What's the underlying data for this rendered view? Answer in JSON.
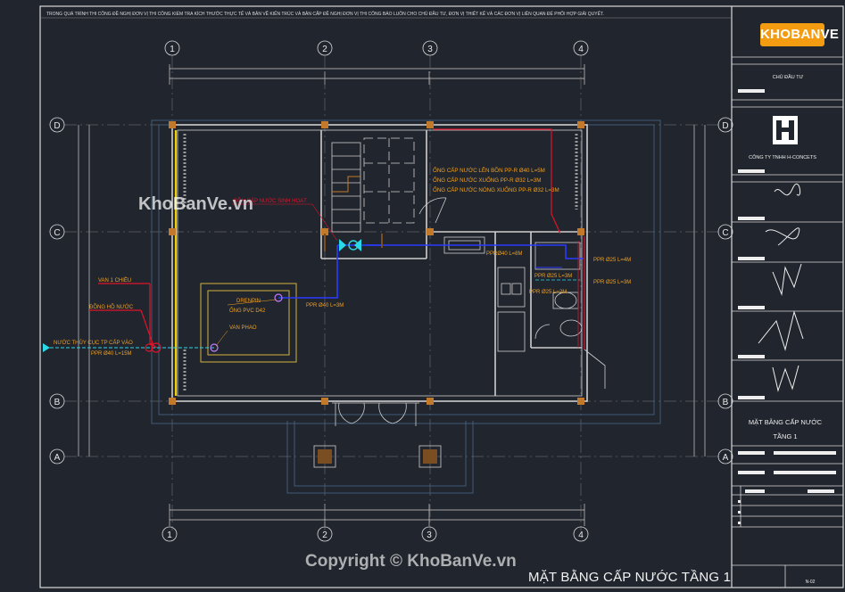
{
  "header_note": "TRONG QUÁ TRÌNH THI CÔNG ĐỀ NGHỊ ĐƠN VỊ THI CÔNG KIỂM TRA KÍCH THƯỚC THỰC TẾ VÀ BẢN VẼ KIẾN TRÚC VÀ BẢN CẤP ĐỀ NGHỊ ĐƠN VỊ THI CÔNG BÁO LUÔN CHO CHỦ ĐẦU TƯ, ĐƠN VỊ THIẾT KẾ VÀ CÁC ĐƠN VỊ LIÊN QUAN ĐỂ PHỐI HỢP GIẢI QUYẾT.",
  "grid": {
    "columns": [
      "1",
      "2",
      "3",
      "4"
    ],
    "rows": [
      "D",
      "C",
      "B",
      "A"
    ]
  },
  "labels": {
    "supply_water": "BỒN CẤP NƯỚC SINH HOẠT",
    "pipe_up": "ỐNG CẤP NƯỚC LÊN BỒN PP-R Ø40 L=5M",
    "pipe_down": "ỐNG CẤP NƯỚC XUỐNG PP-R Ø32 L=3M",
    "pipe_hot": "ỐNG CẤP NƯỚC NÓNG XUỐNG PP-R Ø32 L=3M",
    "valve_check": "VAN 1 CHIỀU",
    "meter": "ĐỒNG HỒ NƯỚC",
    "inlet": "NƯỚC THỦY CỤC TP CẤP VÀO",
    "inlet_pipe": "PPR Ø40 L=15M",
    "drain": "DRENPIN",
    "pvc": "ỐNG PVC D42",
    "float_valve": "VAN PHAO",
    "ppr40_3m": "PPR Ø40 L=3M",
    "ppr40_8m": "PPRØ40 L=8M",
    "ppr25_4m": "PPR Ø25 L=4M",
    "ppr25_3m_a": "PPR Ø25 L=3M",
    "ppr25_3m_b": "PPR Ø25 L=3M",
    "ppr25_2m": "PPR Ø25 L=2M"
  },
  "title_block": {
    "brand": "KHOBANVE",
    "owner_label": "CHỦ ĐẦU TƯ",
    "company": "CÔNG TY TNHH H-CONCETS",
    "drawing_title_line1": "MẶT BẰNG CẤP NƯỚC",
    "drawing_title_line2": "TẦNG 1",
    "sheet_no": "N-02"
  },
  "watermarks": {
    "top": "KhoBanVe.vn",
    "bottom": "Copyright © KhoBanVe.vn"
  },
  "caption": "MẶT BẰNG CẤP NƯỚC TẦNG 1",
  "colors": {
    "background": "#21252d",
    "wall": "#cfcfcf",
    "pipe_blue": "#2b3bff",
    "red": "#e0142b",
    "yellow": "#f0d000",
    "cyan": "#2ad8e8",
    "orange_text": "#f0a020"
  }
}
